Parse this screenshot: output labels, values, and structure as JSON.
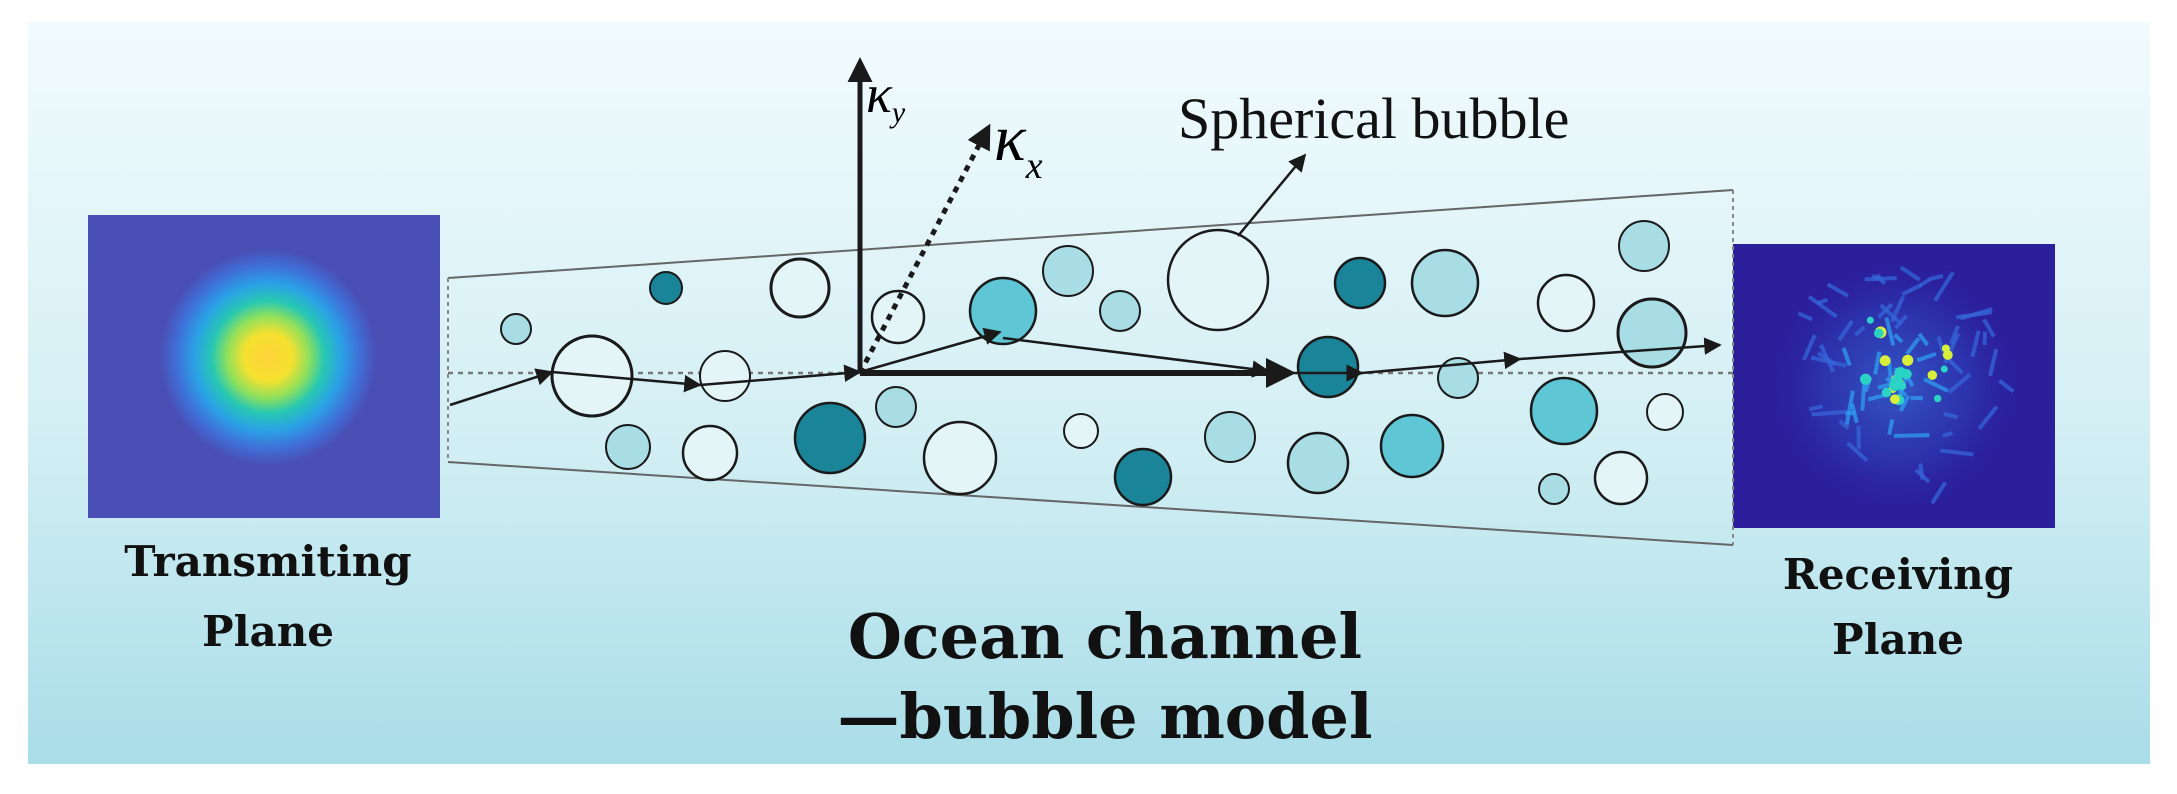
{
  "labels": {
    "transmitting_line1": "Transmiting",
    "transmitting_line2": "Plane",
    "receiving_line1": "Receiving",
    "receiving_line2": "Plane",
    "title_line1": "Ocean channel",
    "title_line2": "—bubble model",
    "bubble_callout": "Spherical bubble",
    "axis_y_symbol": "κ",
    "axis_y_sub": "y",
    "axis_x_symbol": "κ",
    "axis_x_sub": "x"
  },
  "colors": {
    "background_top": "#f2fbfd",
    "background_bottom": "#a9dde8",
    "bubble_pale": "#e4f5f8",
    "bubble_light": "#a8dde6",
    "bubble_mid": "#5fc6d6",
    "bubble_dark": "#1a8499",
    "bubble_outline": "#1a1a1a",
    "transmit_bg": "#4a4fb5",
    "receive_bg": "#2b1f9c",
    "ray": "#1a1a1a"
  },
  "icons": {
    "transmit_beam": "gaussian-beam-spot",
    "receive_beam": "speckle-pattern"
  }
}
